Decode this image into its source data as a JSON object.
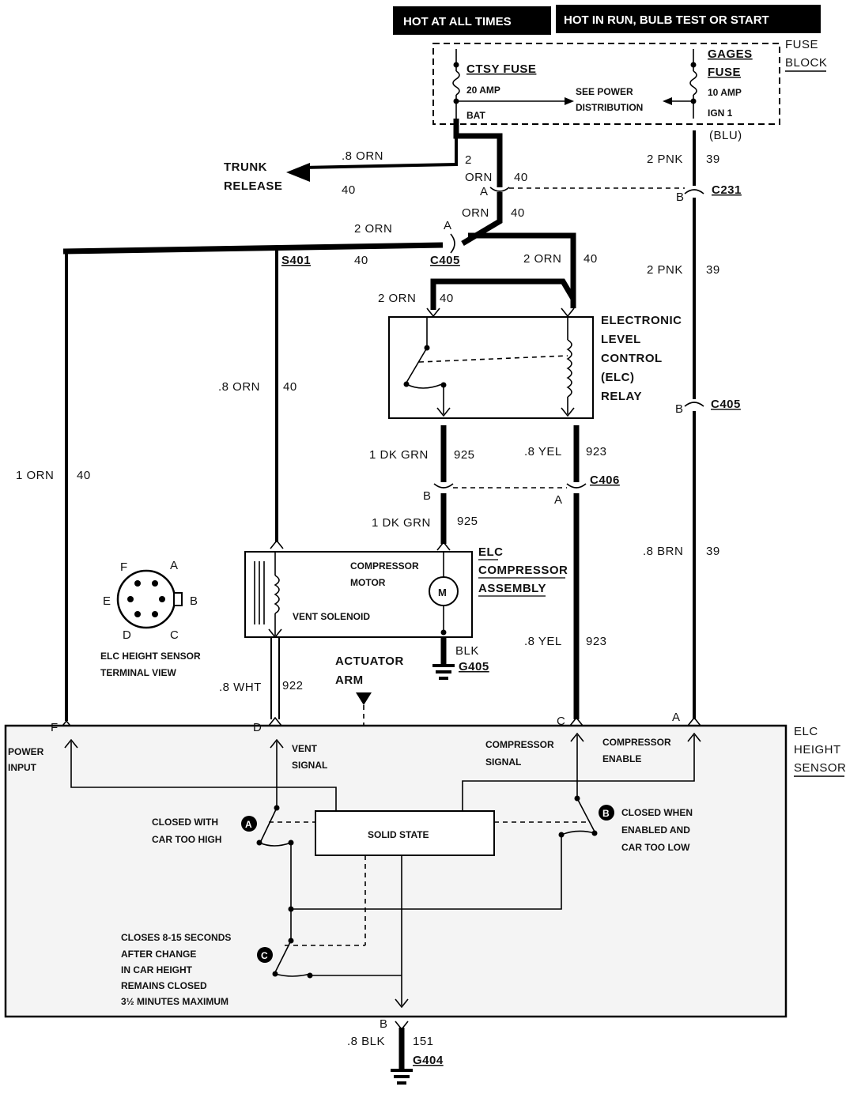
{
  "header": {
    "hot_at_all_times": "HOT AT ALL TIMES",
    "hot_in_run": "HOT IN RUN, BULB TEST OR START"
  },
  "fuse_block": {
    "title_line1": "FUSE",
    "title_line2": "BLOCK",
    "ctsy_fuse": "CTSY FUSE",
    "ctsy_amp": "20 AMP",
    "bat": "BAT",
    "gages_line1": "GAGES",
    "gages_line2": "FUSE",
    "gages_amp": "10 AMP",
    "ign": "IGN 1",
    "see_power_line1": "SEE POWER",
    "see_power_line2": "DISTRIBUTION"
  },
  "trunk_release": {
    "line1": "TRUNK",
    "line2": "RELEASE",
    "wire": ".8 ORN",
    "circuit": "40"
  },
  "wires": {
    "two": "2",
    "orn": "ORN",
    "c40": "40",
    "two_orn": "2 ORN",
    "eight_orn": ".8 ORN",
    "one_orn": "1 ORN",
    "blu": "(BLU)",
    "two_pnk": "2 PNK",
    "c39": "39",
    "one_dk_grn": "1 DK GRN",
    "c925": "925",
    "eight_yel": ".8 YEL",
    "c923": "923",
    "eight_brn": ".8 BRN",
    "eight_wht": ".8 WHT",
    "c922": "922",
    "blk": "BLK",
    "eight_blk": ".8 BLK",
    "c151": "151"
  },
  "connectors": {
    "a": "A",
    "b": "B",
    "c": "C",
    "d": "D",
    "e": "E",
    "f": "F",
    "c231": "C231",
    "s401": "S401",
    "c405": "C405",
    "c406": "C406",
    "g405": "G405",
    "g404": "G404"
  },
  "relay": {
    "line1": "ELECTRONIC",
    "line2": "LEVEL",
    "line3": "CONTROL",
    "line4": "(ELC)",
    "line5": "RELAY"
  },
  "compressor": {
    "title_line1": "ELC",
    "title_line2": "COMPRESSOR",
    "title_line3": "ASSEMBLY",
    "motor_line1": "COMPRESSOR",
    "motor_line2": "MOTOR",
    "motor_symbol": "M",
    "vent_solenoid": "VENT SOLENOID"
  },
  "sensor_view": {
    "line1": "ELC HEIGHT SENSOR",
    "line2": "TERMINAL VIEW"
  },
  "actuator": {
    "line1": "ACTUATOR",
    "line2": "ARM"
  },
  "height_sensor": {
    "title_line1": "ELC",
    "title_line2": "HEIGHT",
    "title_line3": "SENSOR",
    "power_input_line1": "POWER",
    "power_input_line2": "INPUT",
    "vent_signal_line1": "VENT",
    "vent_signal_line2": "SIGNAL",
    "comp_signal_line1": "COMPRESSOR",
    "comp_signal_line2": "SIGNAL",
    "comp_enable_line1": "COMPRESSOR",
    "comp_enable_line2": "ENABLE",
    "solid_state": "SOLID STATE",
    "switch_a": "A",
    "switch_b": "B",
    "switch_c": "C",
    "closed_high_line1": "CLOSED WITH",
    "closed_high_line2": "CAR TOO HIGH",
    "closed_low_line1": "CLOSED WHEN",
    "closed_low_line2": "ENABLED AND",
    "closed_low_line3": "CAR TOO LOW",
    "closes_line1": "CLOSES 8-15 SECONDS",
    "closes_line2": "AFTER CHANGE",
    "closes_line3": "IN CAR HEIGHT",
    "closes_line4": "REMAINS CLOSED",
    "closes_line5": "3½ MINUTES MAXIMUM"
  }
}
